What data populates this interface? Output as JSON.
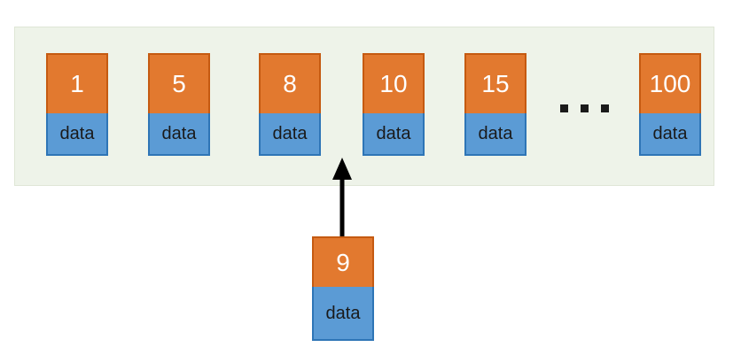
{
  "diagram": {
    "title": "array-insertion-diagram",
    "colors": {
      "key_fill": "#e2792f",
      "key_border": "#c55a11",
      "data_fill": "#5b9bd5",
      "data_border": "#2e75b6",
      "container_fill": "#eef3e9",
      "container_border": "#dfe6d6",
      "arrow": "#000000",
      "key_text": "#ffffff",
      "data_text": "#1a1a1a"
    },
    "array": {
      "name": "sorted-array",
      "data_label": "data",
      "nodes": [
        {
          "key": "1",
          "data": "data"
        },
        {
          "key": "5",
          "data": "data"
        },
        {
          "key": "8",
          "data": "data"
        },
        {
          "key": "10",
          "data": "data"
        },
        {
          "key": "15",
          "data": "data"
        },
        {
          "key": "100",
          "data": "data"
        }
      ],
      "ellipsis": "..."
    },
    "inserted": {
      "name": "inserted-node",
      "key": "9",
      "data": "data"
    },
    "arrow": {
      "name": "insertion-arrow",
      "direction": "up"
    }
  }
}
